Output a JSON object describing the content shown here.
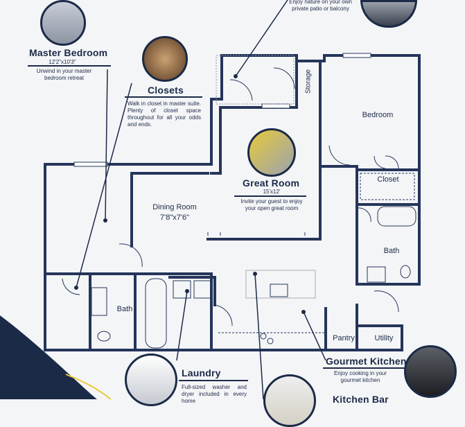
{
  "callouts": {
    "master": {
      "title": "Master Bedroom",
      "size": "12'2\"x10'3\"",
      "desc": "Unwind in your master bedroom retreat",
      "icon": "bedroom-photo"
    },
    "closets": {
      "title": "Closets",
      "desc": "Walk in closet in master suite. Plenty of closet space throughout for all your odds and ends.",
      "icon": "closet-photo"
    },
    "great": {
      "title": "Great Room",
      "size": "15'x12'",
      "desc": "Invite your guest to enjoy your open great room",
      "icon": "living-room-photo"
    },
    "patio": {
      "desc": "Enjoy nature on your own private patio or balcony",
      "icon": "patio-photo"
    },
    "laundry": {
      "title": "Laundry",
      "desc": "Full-sized washer and dryer included in every home",
      "icon": "washer-photo"
    },
    "gourmet": {
      "title": "Gourmet Kitchen",
      "desc": "Enjoy cooking in your gourmet kitchen",
      "icon": "kitchen-photo"
    },
    "kitchen_bar": {
      "title": "Kitchen Bar",
      "icon": "bar-photo"
    }
  },
  "rooms": {
    "bedroom": "Bedroom",
    "closet": "Closet",
    "bath_right": "Bath",
    "bath_left": "Bath",
    "dining": "Dining Room",
    "dining_size": "7'8\"x7'6\"",
    "storage": "Storage",
    "pantry": "Pantry",
    "utility": "Utility"
  },
  "colors": {
    "navy": "#1b2a47",
    "wall": "#24355a",
    "accent": "#e8c93a"
  }
}
